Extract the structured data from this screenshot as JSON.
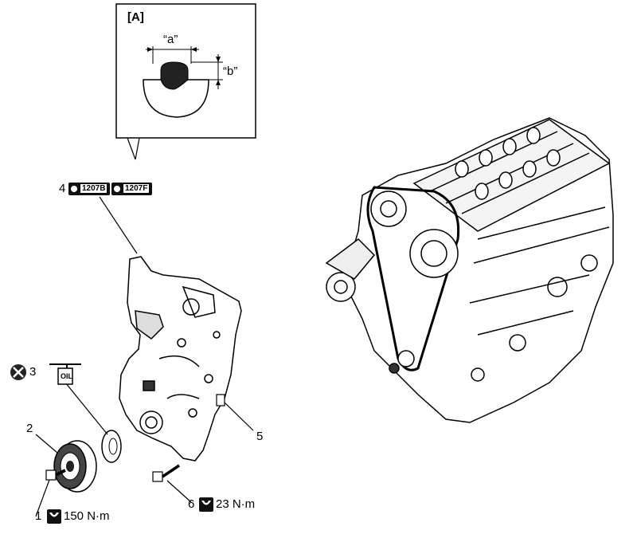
{
  "detail": {
    "label": "[A]",
    "dim_a": "“a”",
    "dim_b": "“b”"
  },
  "callouts": [
    {
      "num": "1",
      "torque": "150 N·m"
    },
    {
      "num": "2"
    },
    {
      "num": "3",
      "oil_label": "OIL"
    },
    {
      "num": "4",
      "sealants": [
        "1207B",
        "1207F"
      ]
    },
    {
      "num": "5"
    },
    {
      "num": "6",
      "torque": "23 N·m"
    }
  ]
}
